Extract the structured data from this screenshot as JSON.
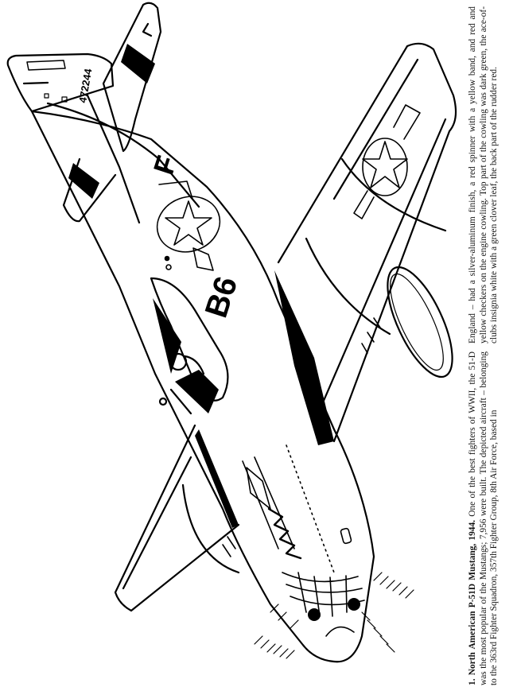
{
  "illustration": {
    "subject": "North American P-51D Mustang line drawing",
    "markings": {
      "tail_serial": "472244",
      "fuselage_code": "B6",
      "fuselage_letter": "F"
    },
    "colors": {
      "ink": "#000000",
      "paper": "#ffffff"
    }
  },
  "caption": {
    "number": "1.",
    "title": "North American P-51D Mustang, 1944.",
    "column_1_text": "One of the best fighters of WWII, the 51-D was the most popular of the Mustangs; 7,956 were built. The depicted aircraft – belonging to the 363rd Fighter Squadron, 357th Fighter Group, 8th Air Force, based in",
    "column_2_text": "England – had a silver-aluminum finish, a red spinner with a yellow band, and red and yellow checkers on the engine cowling. Top part of the cowling was dark green, the ace-of-clubs insignia white with a green clover leaf, the back part of the rudder red."
  }
}
